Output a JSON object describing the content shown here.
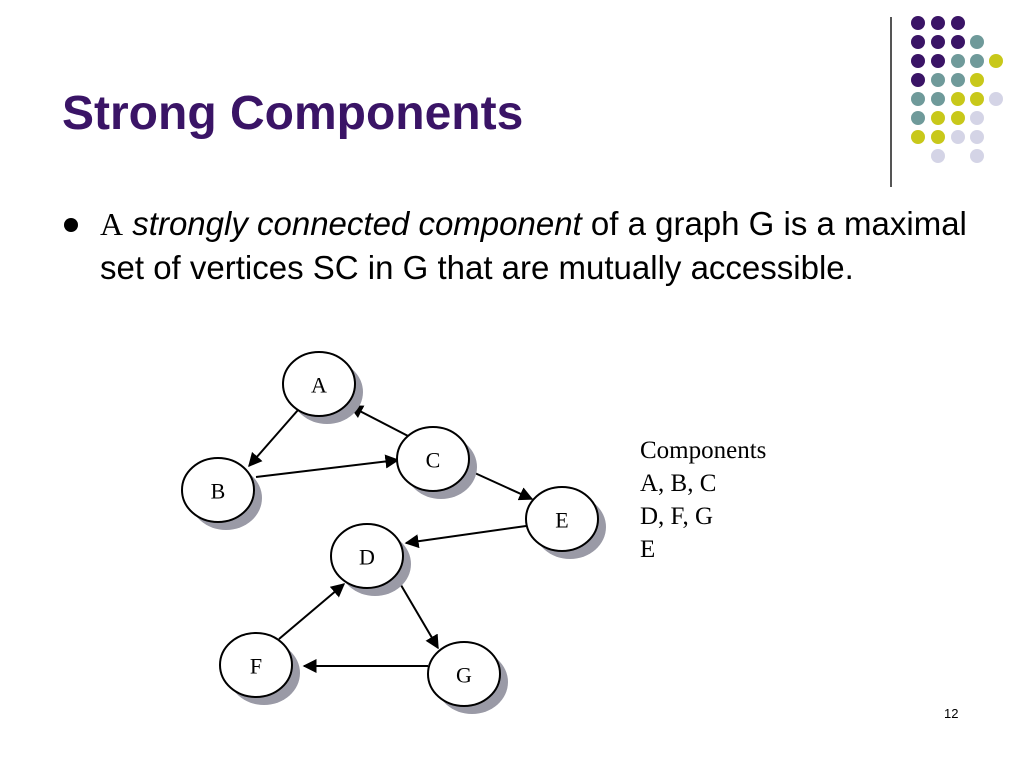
{
  "slide": {
    "title": "Strong Components",
    "page_number": "12"
  },
  "bullet": {
    "lead": "A",
    "term": "strongly connected component",
    "rest": " of a graph G is a maximal set of vertices SC in G that are mutually accessible."
  },
  "graph": {
    "nodes": [
      {
        "id": "A",
        "label": "A"
      },
      {
        "id": "B",
        "label": "B"
      },
      {
        "id": "C",
        "label": "C"
      },
      {
        "id": "D",
        "label": "D"
      },
      {
        "id": "E",
        "label": "E"
      },
      {
        "id": "F",
        "label": "F"
      },
      {
        "id": "G",
        "label": "G"
      }
    ],
    "edges": [
      {
        "from": "A",
        "to": "B"
      },
      {
        "from": "B",
        "to": "C"
      },
      {
        "from": "C",
        "to": "A"
      },
      {
        "from": "C",
        "to": "E"
      },
      {
        "from": "E",
        "to": "D"
      },
      {
        "from": "D",
        "to": "G"
      },
      {
        "from": "G",
        "to": "F"
      },
      {
        "from": "F",
        "to": "D"
      }
    ]
  },
  "components": {
    "heading": "Components",
    "lines": [
      "A, B, C",
      "D, F, G",
      "E"
    ]
  },
  "colors": {
    "title": "#3a1466",
    "dot_purple": "#3a1466",
    "dot_teal": "#6f9a9a",
    "dot_yellow": "#c8c81a",
    "dot_lavender": "#d4d4e6"
  }
}
